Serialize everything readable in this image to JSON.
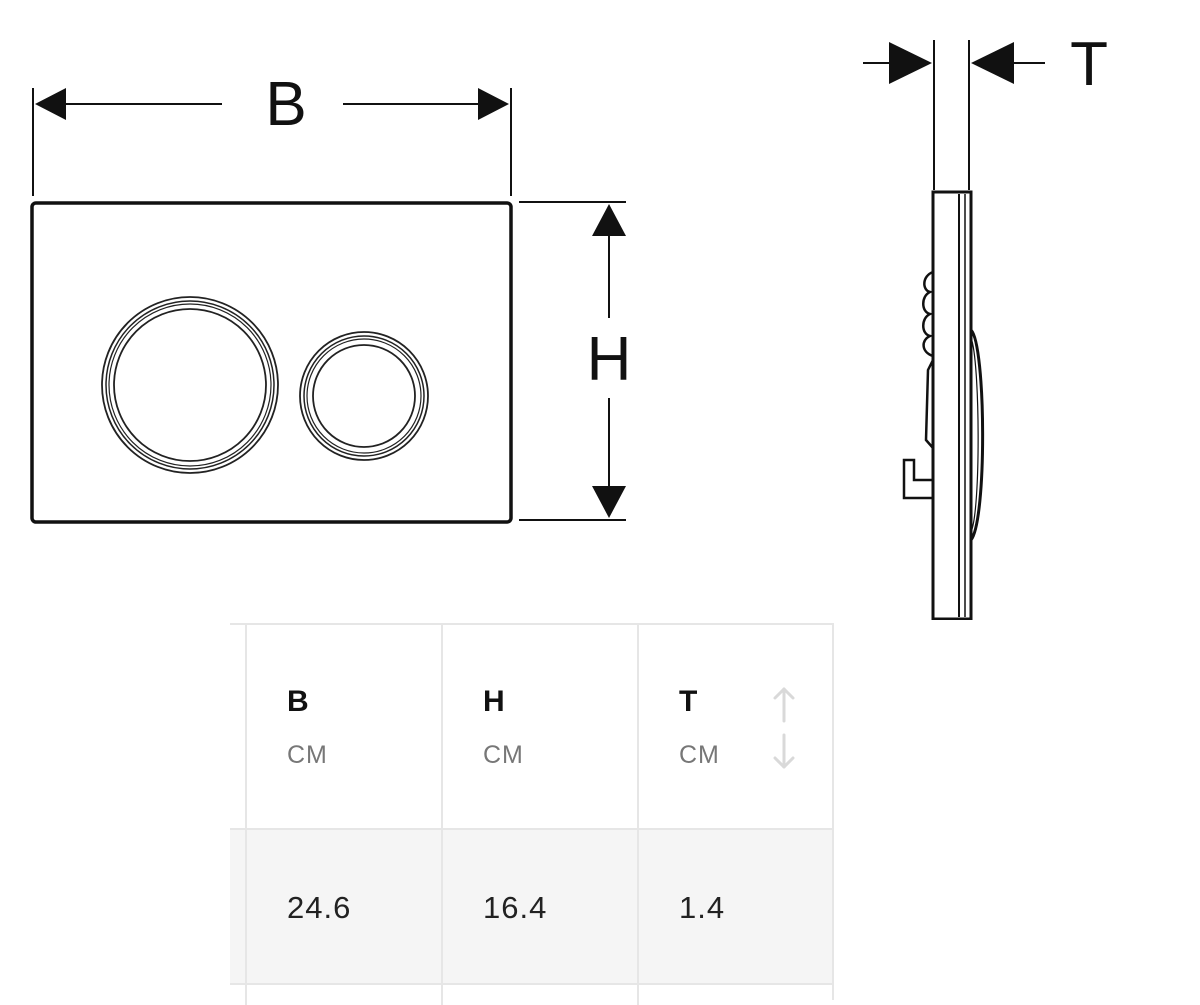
{
  "drawing": {
    "front_view": {
      "width_label": "B",
      "height_label": "H"
    },
    "side_view": {
      "thickness_label": "T"
    }
  },
  "table": {
    "columns": [
      {
        "key": "B",
        "unit": "CM"
      },
      {
        "key": "H",
        "unit": "CM"
      },
      {
        "key": "T",
        "unit": "CM"
      }
    ],
    "rows": [
      [
        "24.6",
        "16.4",
        "1.4"
      ]
    ],
    "sort_icon": "sort-up-down-icon"
  }
}
